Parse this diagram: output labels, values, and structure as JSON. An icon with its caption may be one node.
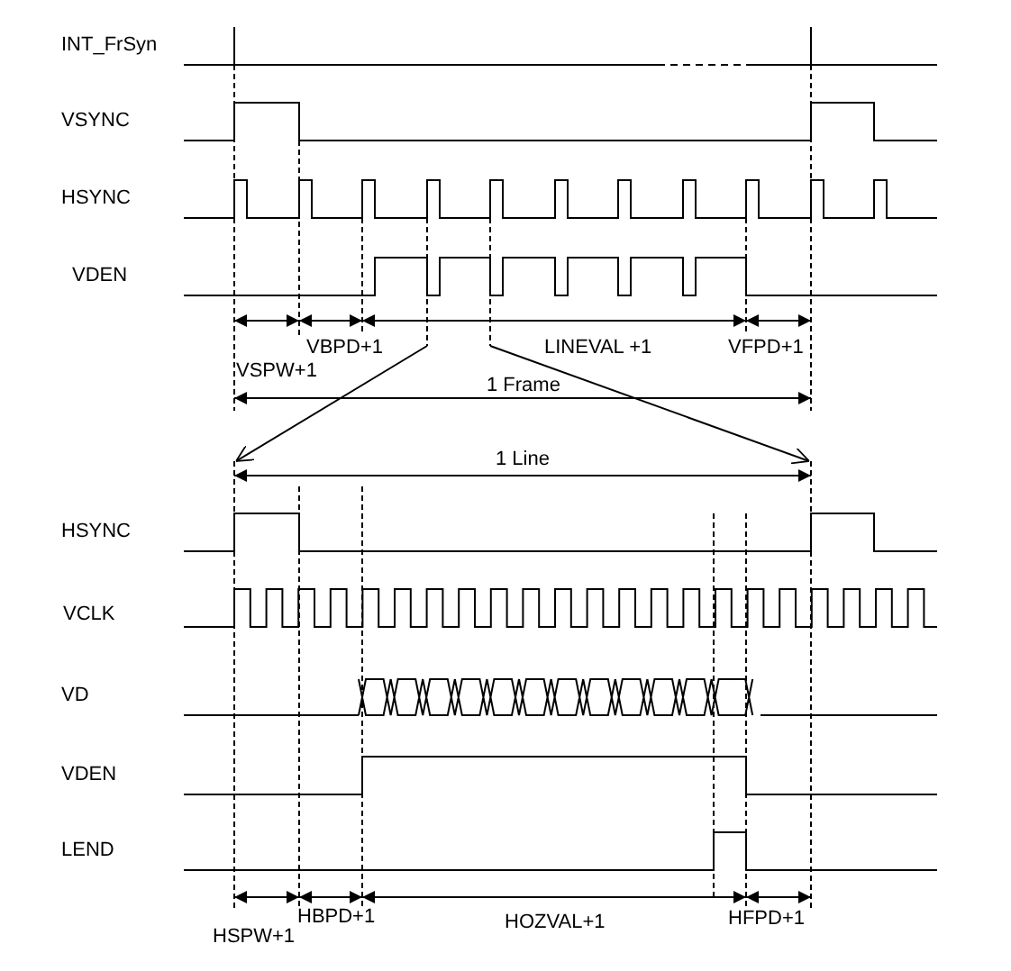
{
  "diagram": {
    "labels": [
      "INT_FrSyn",
      "VSYNC",
      "HSYNC",
      "VDEN",
      "VBPD+1",
      "LINEVAL +1",
      "VFPD+1",
      "VSPW+1",
      "1 Frame",
      "1 Line",
      "HSYNC",
      "VCLK",
      "VD",
      "VDEN",
      "LEND",
      "HBPD+1",
      "HOZVAL+1",
      "HFPD+1",
      "HSPW+1"
    ]
  }
}
